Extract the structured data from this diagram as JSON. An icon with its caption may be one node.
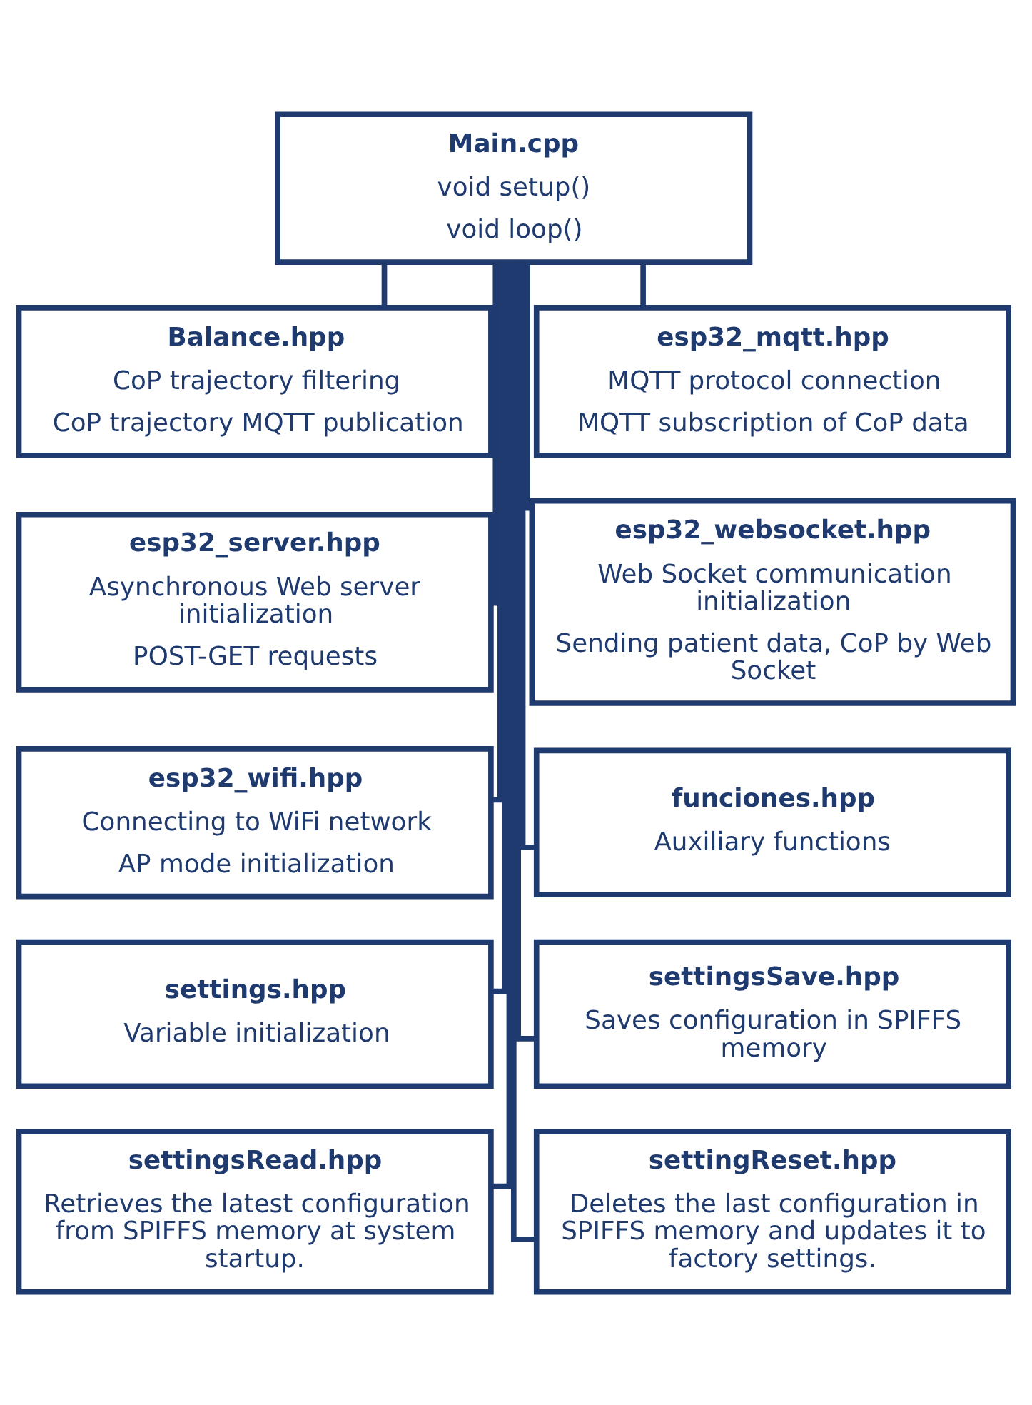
{
  "diagram": {
    "nodes": [
      {
        "text": [
          "Main.cpp",
          "void setup()",
          "void loop()"
        ]
      },
      {
        "text": [
          "Balance.hpp",
          "CoP trajectory filtering",
          "CoP trajectory MQTT publication"
        ]
      },
      {
        "text": [
          "esp32_mqtt.hpp",
          "MQTT protocol connection",
          "MQTT subscription of CoP data"
        ]
      },
      {
        "text": [
          "esp32_server.hpp",
          "Asynchronous Web server initialization",
          "POST-GET requests"
        ]
      },
      {
        "text": [
          "esp32_websocket.hpp",
          "Web Socket communication initialization",
          "Sending patient data, CoP by Web Socket"
        ]
      },
      {
        "text": [
          "esp32_wifi.hpp",
          "Connecting to WiFi network",
          "AP mode initialization"
        ]
      },
      {
        "text": [
          "funciones.hpp",
          "Auxiliary functions"
        ]
      },
      {
        "text": [
          "settings.hpp",
          "Variable initialization"
        ]
      },
      {
        "text": [
          "settingsSave.hpp",
          "Saves configuration in SPIFFS memory"
        ]
      },
      {
        "text": [
          "settingsRead.hpp",
          "Retrieves the latest configuration from SPIFFS memory at system startup."
        ]
      },
      {
        "text": [
          "settingReset.hpp",
          "Deletes the last configuration in SPIFFS memory and updates it to factory settings."
        ]
      }
    ],
    "edges": [
      {
        "from": 0,
        "to": 1,
        "arrow": "none"
      },
      {
        "from": 0,
        "to": 2,
        "arrow": "none"
      },
      {
        "from": 0,
        "to": 3,
        "arrow": "none"
      },
      {
        "from": 0,
        "to": 4,
        "arrow": "none"
      },
      {
        "from": 0,
        "to": 5,
        "arrow": "none"
      },
      {
        "from": 0,
        "to": 6,
        "arrow": "none"
      },
      {
        "from": 0,
        "to": 7,
        "arrow": "none"
      },
      {
        "from": 0,
        "to": 8,
        "arrow": "none"
      },
      {
        "from": 0,
        "to": 9,
        "arrow": "none"
      },
      {
        "from": 0,
        "to": 10,
        "arrow": "none"
      }
    ]
  }
}
